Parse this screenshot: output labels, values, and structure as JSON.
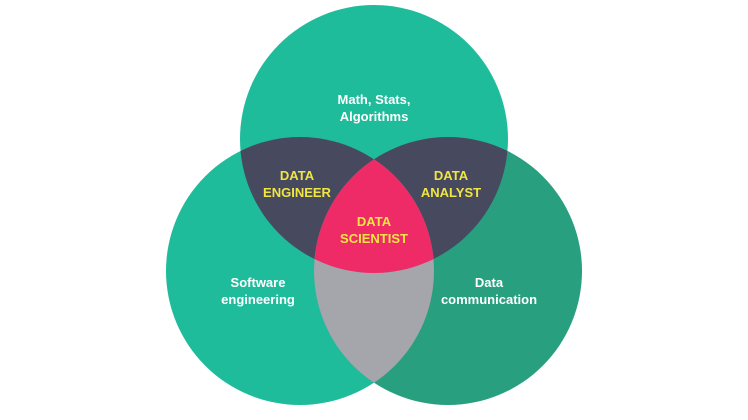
{
  "colors": {
    "top_circle": "#1fbc9c",
    "left_circle": "#1fbc9c",
    "right_circle": "#289f7e",
    "top_left_overlap": "#474a5f",
    "top_right_overlap": "#474a5f",
    "left_right_overlap": "#a5a5ac",
    "center_overlap": "#ee2a67",
    "label_white": "#ffffff",
    "label_yellow": "#f0e642"
  },
  "circles": {
    "top": [
      "Math, Stats,",
      "Algorithms"
    ],
    "left": [
      "Software",
      "engineering"
    ],
    "right": [
      "Data",
      "communication"
    ]
  },
  "overlaps": {
    "top_left": [
      "DATA",
      "ENGINEER"
    ],
    "top_right": [
      "DATA",
      "ANALYST"
    ],
    "center": [
      "DATA",
      "SCIENTIST"
    ]
  }
}
